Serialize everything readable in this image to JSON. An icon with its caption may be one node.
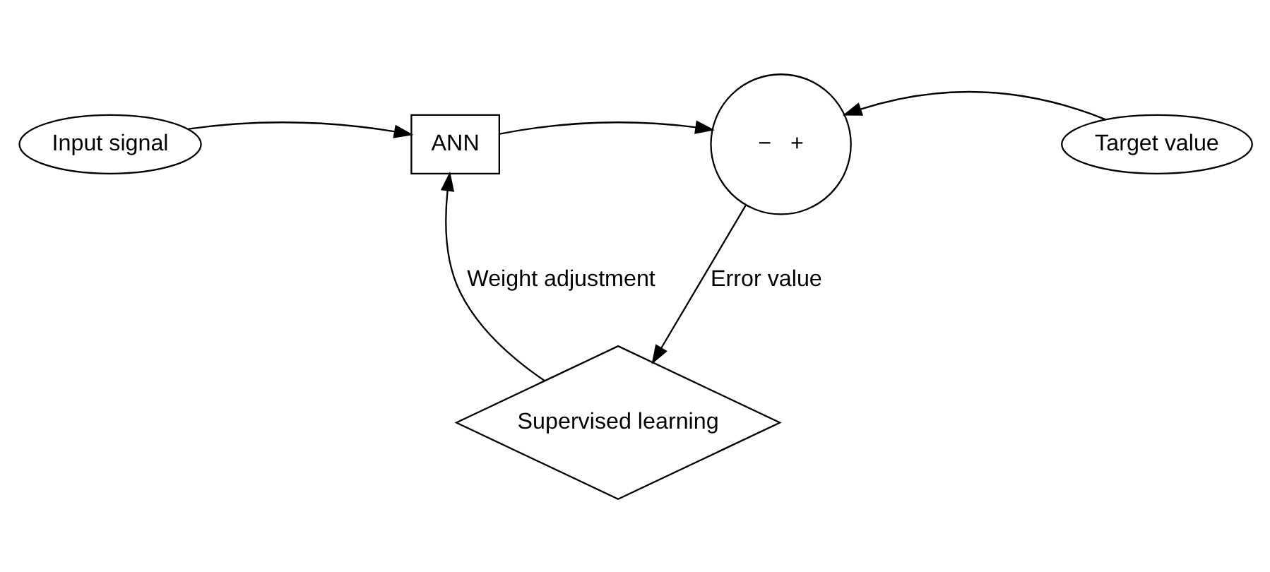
{
  "diagram": {
    "nodes": [
      {
        "text": [
          "Input signal"
        ]
      },
      {
        "text": [
          "ANN"
        ]
      },
      {
        "text": [
          "−",
          "+"
        ]
      },
      {
        "text": [
          "Target value"
        ]
      },
      {
        "text": [
          "Supervised learning"
        ]
      }
    ],
    "edges": [
      {
        "from": 0,
        "to": 1,
        "arrow": "to"
      },
      {
        "from": 1,
        "to": 2,
        "arrow": "to"
      },
      {
        "from": 3,
        "to": 2,
        "arrow": "to"
      },
      {
        "from": 2,
        "to": 4,
        "arrow": "to",
        "label": "Error value"
      },
      {
        "from": 4,
        "to": 1,
        "arrow": "to",
        "label": "Weight adjustment"
      }
    ]
  }
}
